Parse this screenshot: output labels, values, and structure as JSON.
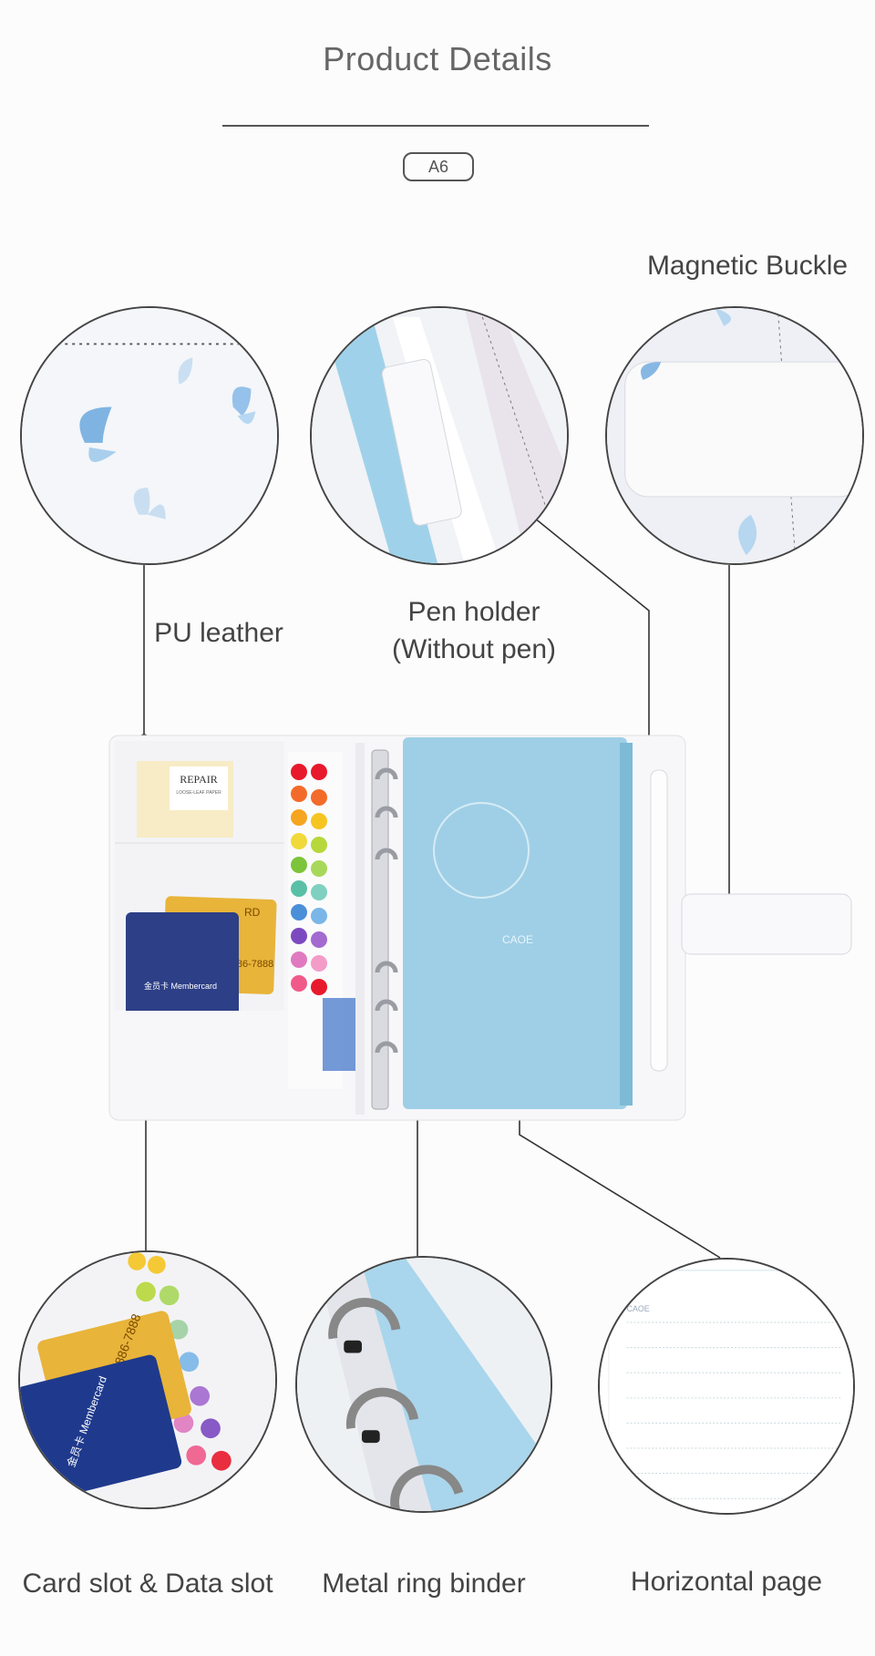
{
  "page": {
    "title": "Product Details",
    "size_badge": "A6"
  },
  "callouts": {
    "pu_leather": "PU leather",
    "pen_holder_line1": "Pen holder",
    "pen_holder_line2": "(Without pen)",
    "magnetic_buckle": "Magnetic Buckle",
    "card_slot": "Card slot & Data slot",
    "ring_binder": "Metal ring binder",
    "horizontal_page": "Horizontal page"
  },
  "product_print": {
    "repair_sticker": "REPAIR",
    "repair_sub": "LOOSE-LEAF PAPER",
    "card_front": "金员卡 Membercard",
    "card_back_brand": "RD",
    "card_back_phone": "0-886-7888",
    "notebook_brand": "CAOE"
  },
  "detail_print": {
    "page_brand": "CAOE"
  },
  "colors": {
    "accent_blue": "#9fcfe6",
    "background": "#fcfcfc",
    "line": "#333333"
  }
}
